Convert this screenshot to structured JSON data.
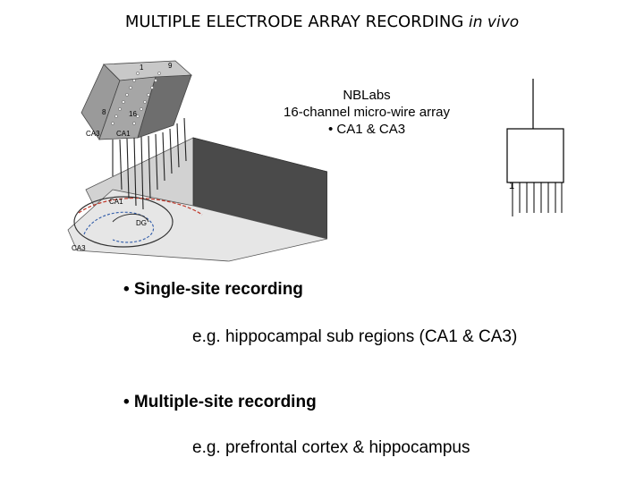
{
  "slide": {
    "title_main": "MULTIPLE ELECTRODE ARRAY RECORDING",
    "title_italic": "in vivo",
    "figure": {
      "labels": [
        "1",
        "9",
        "8",
        "16",
        "CA3",
        "CA1",
        "CA1",
        "DG",
        "CA3"
      ]
    },
    "array_info": {
      "line1": "NBLabs",
      "line2": "16-channel micro-wire array",
      "line3": "• CA1 & CA3"
    },
    "schematic_label": "1",
    "bullets": [
      {
        "heading": "• Single-site recording",
        "example": "e.g.  hippocampal sub regions (CA1 & CA3)"
      },
      {
        "heading": "• Multiple-site recording",
        "example": "e.g. prefrontal cortex & hippocampus"
      }
    ]
  }
}
